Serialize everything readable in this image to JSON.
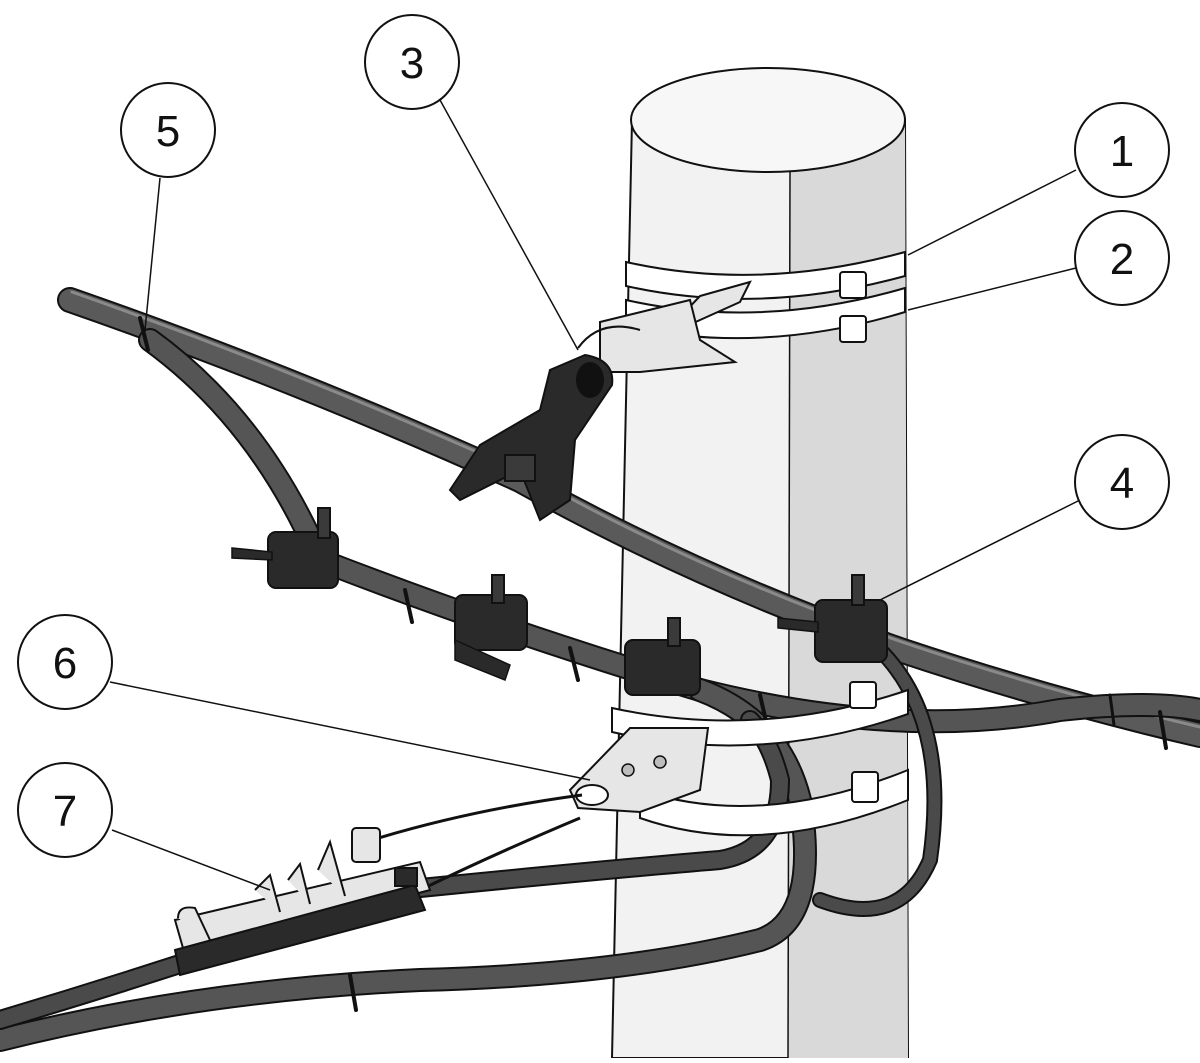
{
  "callouts": [
    {
      "id": "1",
      "label": "1"
    },
    {
      "id": "2",
      "label": "2"
    },
    {
      "id": "3",
      "label": "3"
    },
    {
      "id": "4",
      "label": "4"
    },
    {
      "id": "5",
      "label": "5"
    },
    {
      "id": "6",
      "label": "6"
    },
    {
      "id": "7",
      "label": "7"
    }
  ],
  "colors": {
    "background": "#ffffff",
    "pole_light": "#f2f2f2",
    "pole_shade": "#d9d9d9",
    "cable": "#4a4a4a",
    "cable_highlight": "#7a7a7a",
    "hardware_dark": "#2a2a2a",
    "hardware_light": "#e6e6e6",
    "outline": "#111111"
  }
}
